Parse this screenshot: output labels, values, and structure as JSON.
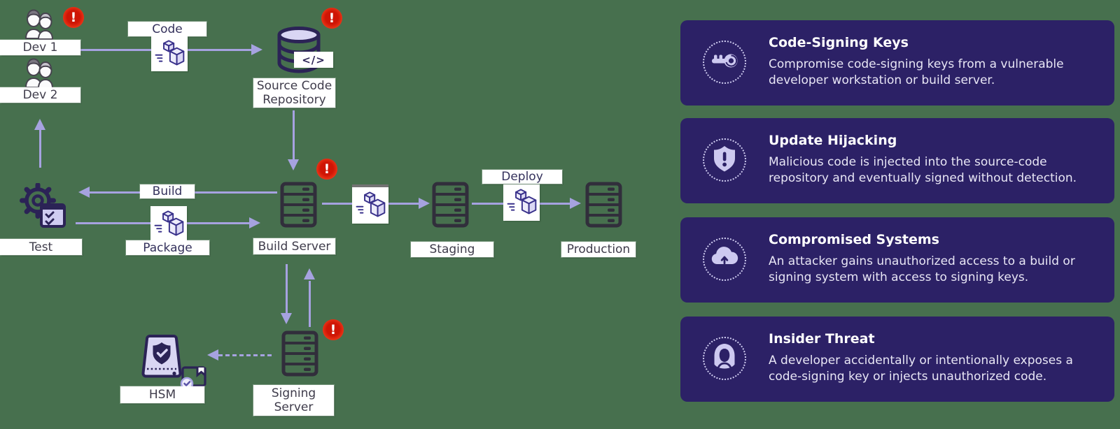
{
  "canvas": {
    "background": "#47704e"
  },
  "colors": {
    "card_background": "#2c2166",
    "arrow": "#a6a2e0",
    "alert_red": "#e02a12",
    "icon_navy": "#2b2356",
    "icon_lavender": "#d9d6f3",
    "label_text": "#3f3c4b"
  },
  "pipeline": {
    "alert_glyph": "!",
    "nodes": {
      "dev1": {
        "label": "Dev 1"
      },
      "dev2": {
        "label": "Dev 2"
      },
      "repo": {
        "label": "Source Code Repository",
        "tag": "</>"
      },
      "test": {
        "label": "Test"
      },
      "build_server": {
        "label": "Build Server"
      },
      "staging": {
        "label": "Staging"
      },
      "production": {
        "label": "Production"
      },
      "signing_server": {
        "label": "Signing Server"
      },
      "hsm": {
        "label": "HSM"
      }
    },
    "edge_labels": {
      "code": "Code",
      "build": "Build",
      "package": "Package",
      "deploy": "Deploy"
    }
  },
  "threat_cards": [
    {
      "icon": "key-icon",
      "title": "Code-Signing Keys",
      "body": "Compromise code-signing keys from a vulnerable developer workstation or build server."
    },
    {
      "icon": "shield-exclamation-icon",
      "title": "Update Hijacking",
      "body": "Malicious code is injected into the source-code repository and eventually signed without detection."
    },
    {
      "icon": "cloud-upload-icon",
      "title": "Compromised Systems",
      "body": "An attacker gains unauthorized access to a build or signing system with access to signing keys."
    },
    {
      "icon": "hacker-icon",
      "title": "Insider Threat",
      "body": "A developer accidentally or intentionally exposes a code-signing key or injects unauthorized code."
    }
  ]
}
